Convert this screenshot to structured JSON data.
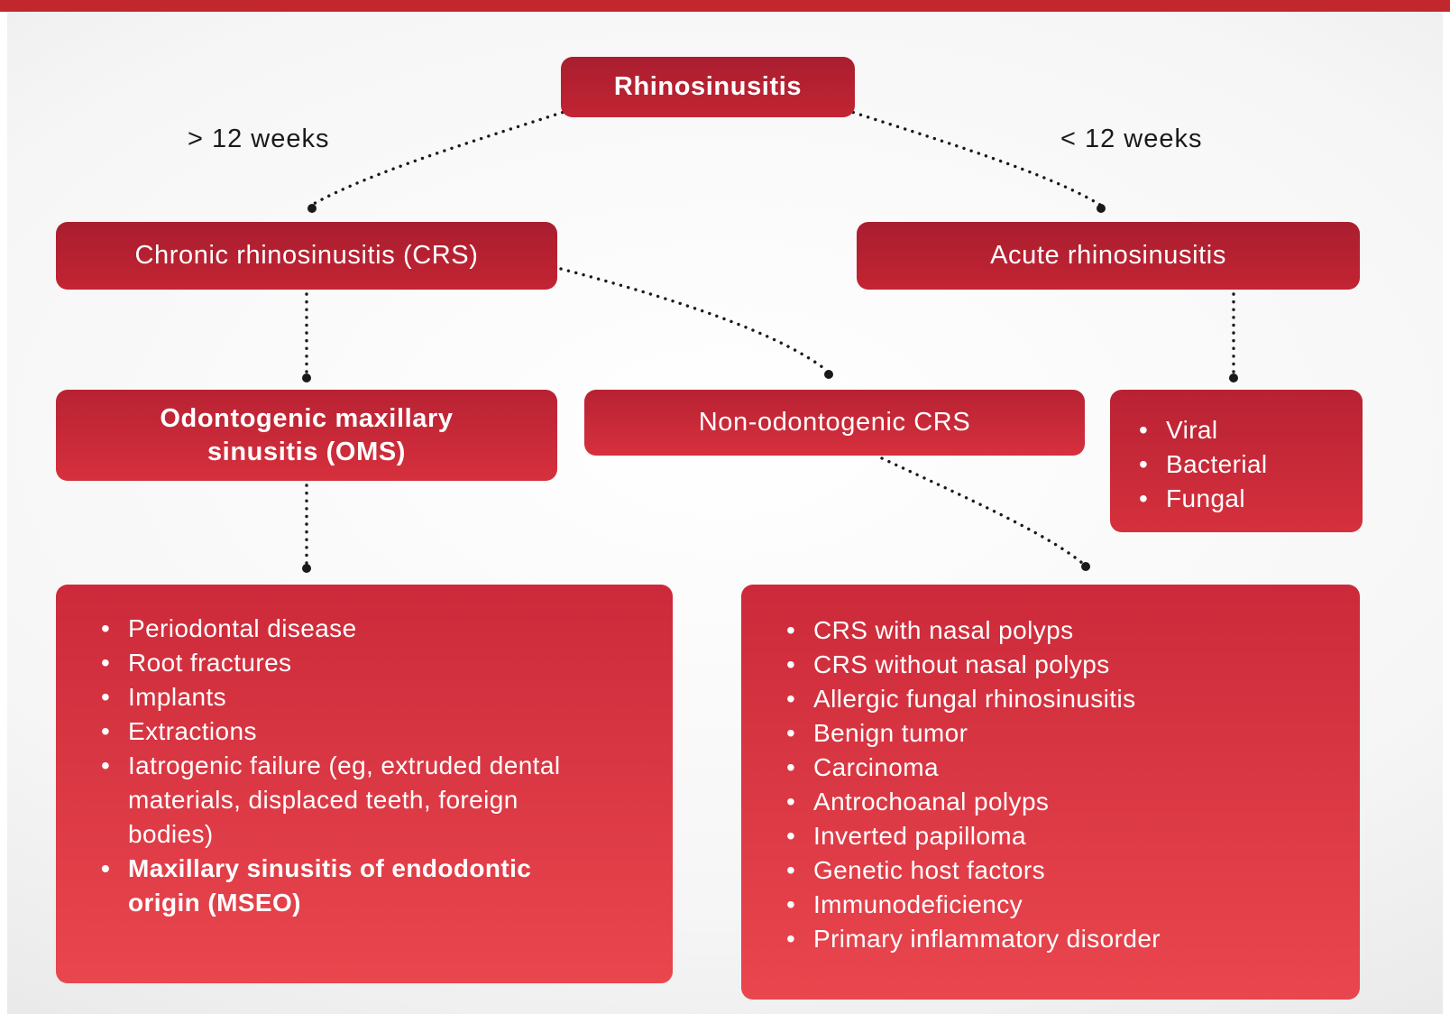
{
  "colors": {
    "top_bar": "#c1272d",
    "box_red_dark": "#a91e2f",
    "box_red_bright": "#e9464e",
    "text_on_red": "#ffffff",
    "connector": "#1a1a1a"
  },
  "root": {
    "label": "Rhinosinusitis"
  },
  "branch_labels": {
    "left": "> 12 weeks",
    "right": "< 12 weeks"
  },
  "boxes": {
    "chronic": {
      "label": "Chronic rhinosinusitis (CRS)"
    },
    "acute": {
      "label": "Acute rhinosinusitis"
    },
    "oms": {
      "label": "Odontogenic maxillary sinusitis (OMS)"
    },
    "non_odontogenic": {
      "label": "Non-odontogenic CRS"
    }
  },
  "lists": {
    "acute_types": [
      {
        "text": "Viral"
      },
      {
        "text": "Bacterial"
      },
      {
        "text": "Fungal"
      }
    ],
    "oms_causes": [
      {
        "text": "Periodontal disease"
      },
      {
        "text": "Root fractures"
      },
      {
        "text": "Implants"
      },
      {
        "text": "Extractions"
      },
      {
        "text": "Iatrogenic failure (eg, extruded dental materials, displaced teeth, foreign bodies)"
      },
      {
        "text": "Maxillary sinusitis of endodontic origin (MSEO)",
        "bold": true
      }
    ],
    "non_odontogenic_types": [
      {
        "text": "CRS with nasal polyps"
      },
      {
        "text": "CRS without nasal polyps"
      },
      {
        "text": "Allergic fungal rhinosinusitis"
      },
      {
        "text": "Benign tumor"
      },
      {
        "text": "Carcinoma"
      },
      {
        "text": "Antrochoanal polyps"
      },
      {
        "text": "Inverted papilloma"
      },
      {
        "text": "Genetic host factors"
      },
      {
        "text": "Immunodeficiency"
      },
      {
        "text": "Primary inflammatory disorder"
      }
    ]
  }
}
